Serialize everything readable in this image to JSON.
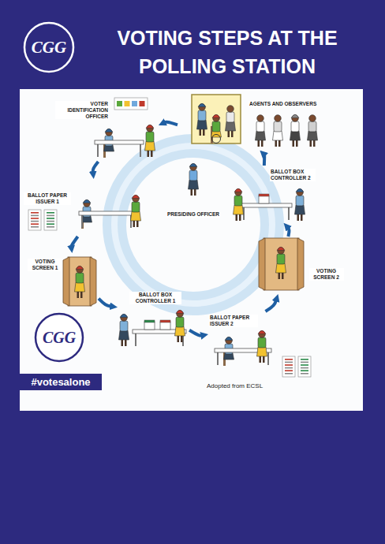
{
  "diagram": {
    "title": "VOTING STEPS AT THE POLLING STATION",
    "nodes": [
      {
        "text": [
          "VOTER IDENTIFICATION OFFICER"
        ]
      },
      {
        "text": [
          "AGENTS AND OBSERVERS"
        ]
      },
      {
        "text": [
          "BALLOT PAPER ISSUER 1"
        ]
      },
      {
        "text": [
          "BALLOT BOX CONTROLLER 2"
        ]
      },
      {
        "text": [
          "PRESIDING OFFICER"
        ]
      },
      {
        "text": [
          "VOTING SCREEN 1"
        ]
      },
      {
        "text": [
          "VOTING SCREEN 2"
        ]
      },
      {
        "text": [
          "BALLOT BOX CONTROLLER 1"
        ]
      },
      {
        "text": [
          "BALLOT PAPER ISSUER 2"
        ]
      }
    ],
    "edges": [
      {
        "from": 0,
        "to": 2,
        "arrow": "to"
      },
      {
        "from": 2,
        "to": 5,
        "arrow": "to"
      },
      {
        "from": 5,
        "to": 7,
        "arrow": "to"
      },
      {
        "from": 7,
        "to": 8,
        "arrow": "to"
      },
      {
        "from": 8,
        "to": 6,
        "arrow": "to"
      },
      {
        "from": 6,
        "to": 3,
        "arrow": "to"
      },
      {
        "from": 3,
        "to": 1,
        "arrow": "to"
      },
      {
        "from": 1,
        "to": 0,
        "arrow": "to"
      }
    ],
    "labels": [
      "CGG",
      "CGG",
      "#votesalone",
      "Adopted from ECSL"
    ]
  }
}
